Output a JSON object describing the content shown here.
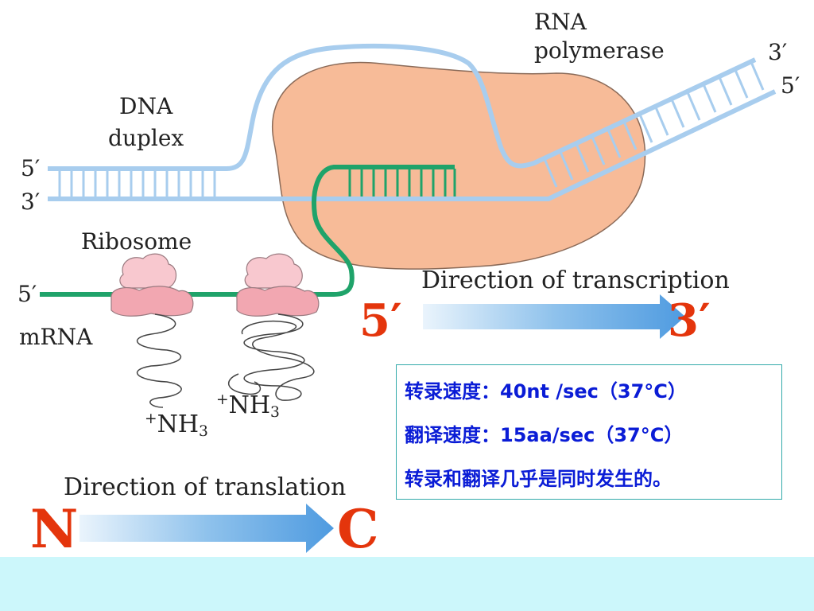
{
  "labels": {
    "rna_polymerase_line1": "RNA",
    "rna_polymerase_line2": "polymerase",
    "dna_duplex_line1": "DNA",
    "dna_duplex_line2": "duplex",
    "ribosome": "Ribosome",
    "mrna": "mRNA",
    "dna_5prime_left": "5′",
    "dna_3prime_left": "3′",
    "mrna_5prime": "5′",
    "dna_3prime_right": "3′",
    "dna_5prime_right": "5′",
    "nh3_plus": "+",
    "nh3_n": "NH",
    "nh3_sub": "3",
    "direction_transcription": "Direction of transcription",
    "direction_translation": "Direction of translation"
  },
  "transcription_arrow": {
    "start": "5′",
    "end": "3′"
  },
  "translation_arrow": {
    "start": "N",
    "end": "C"
  },
  "info_box": {
    "line1": "转录速度：40nt /sec（37°C）",
    "line2": "翻译速度：15aa/sec（37°C）",
    "line3": "转录和翻译几乎是同时发生的。"
  },
  "colors": {
    "polymerase": "#f7bb98",
    "dna_strand": "#a8cdee",
    "mrna_strand": "#1fa36a",
    "ribosome_small": "#f8c8cf",
    "ribosome_large": "#f2a7b1",
    "arrow": "#5aa4e0",
    "highlight_red": "#e4350c",
    "info_text": "#0a1cd6",
    "footer": "#ccf7fb"
  }
}
